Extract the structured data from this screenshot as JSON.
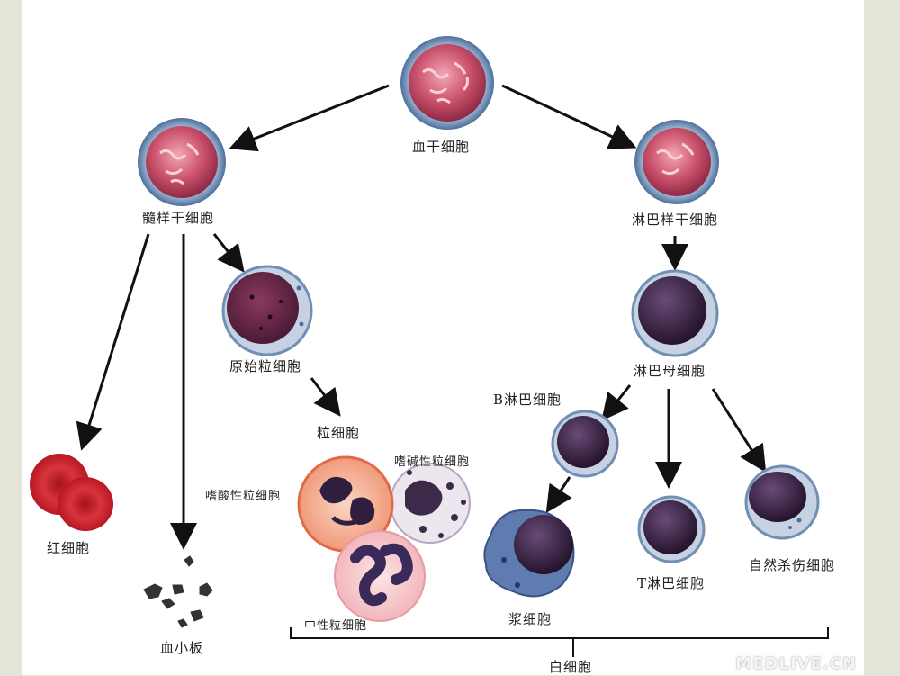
{
  "labels": {
    "hsc": "血干细胞",
    "myeloid_stem": "髓样干细胞",
    "lymphoid_stem": "淋巴样干细胞",
    "myeloblast": "原始粒细胞",
    "granulocyte": "粒细胞",
    "lymphoblast": "淋巴母细胞",
    "b_cell": "B淋巴细胞",
    "eosinophil": "嗜酸性粒细胞",
    "basophil": "嗜碱性粒细胞",
    "neutrophil": "中性粒细胞",
    "rbc": "红细胞",
    "platelet": "血小板",
    "plasma": "浆细胞",
    "t_cell": "T淋巴细胞",
    "nk": "自然杀伤细胞",
    "wbc": "白细胞"
  },
  "watermark": "MEDLIVE.CN",
  "colors": {
    "stem_fill": "#c8506a",
    "stem_ring": "#6f8fb4",
    "lymph_nucleus": "#3a2442",
    "rbc": "#d22a32",
    "arrow": "#111111"
  }
}
